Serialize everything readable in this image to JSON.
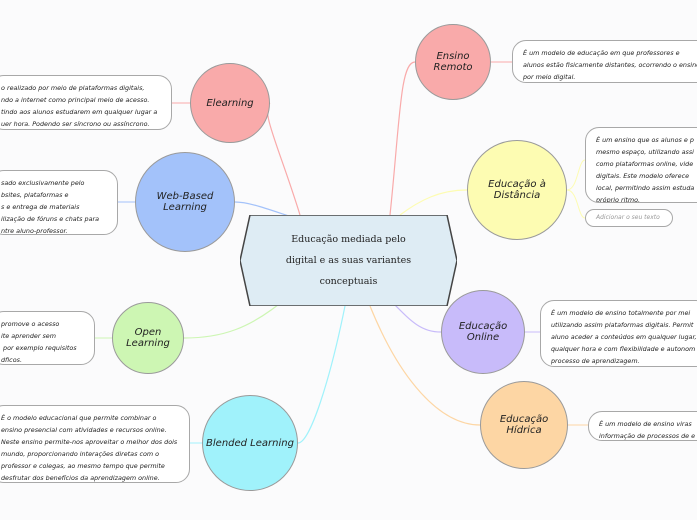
{
  "central": {
    "title": "Educação mediada pelo digital e as suas variantes conceptuais"
  },
  "nodes": {
    "elearning": {
      "label": "Elearning",
      "color": "#f9aaaa",
      "text": "o realizado por meio de plataformas digitais,\nndo a internet como principal meio de acesso.\ntindo aos alunos estudarem em qualquer lugar a\nuer hora. Podendo ser síncrono ou assíncrono."
    },
    "web_based": {
      "label": "Web-Based Learning",
      "color": "#a3c2fa",
      "text": "sado exclusivamente pelo\nbsites, plataformas e\ns e entrega de materiais\nilização de fóruns e chats para\nntre aluno-professor."
    },
    "open_learning": {
      "label": "Open Learning",
      "color": "#cdf6b3",
      "text": "promove o acesso\nite aprender sem\n por exemplo requisitos\ndficos."
    },
    "blended": {
      "label": "Blended Learning",
      "color": "#a0f2fb",
      "text": "É o modelo educacional que permite combinar o\nensino presencial com atividades e recursos online.\nNeste ensino permite-nos aproveitar o melhor dos dois\nmundo, proporcionando interações diretas com o\nprofessor e colegas, ao mesmo tempo que permite\ndesfrutar dos benefícios da aprendizagem online."
    },
    "ensino_remoto": {
      "label": "Ensino Remoto",
      "color": "#f9aaaa",
      "text": "É um modelo de educação em que professores e\nalunos estão fisicamente distantes, ocorrendo o ensino\npor meio digital."
    },
    "distancia": {
      "label": "Educação à Distância",
      "color": "#fdfcb2",
      "text": "É um ensino que os alunos e p\nmesmo espaço, utilizando assi\ncomo plataformas online, vide\ndigitais. Este modelo oferece\nlocal, permitindo assim estuda\npróprio ritmo.",
      "add_text": "Adicionar o seu texto"
    },
    "online": {
      "label": "Educação Online",
      "color": "#c8bbfa",
      "text": "É um modelo de ensino totalmente por mei\nutilizando assim plataformas digitais. Permit\naluno aceder a conteúdos em qualquer lugar,\nqualquer hora e com flexibilidade e autonom\nprocesso de aprendizagem."
    },
    "hidrica": {
      "label": "Educação Hídrica",
      "color": "#fdd6a4",
      "text": "É um modelo de ensino viras\ninformação de processos de e"
    }
  }
}
